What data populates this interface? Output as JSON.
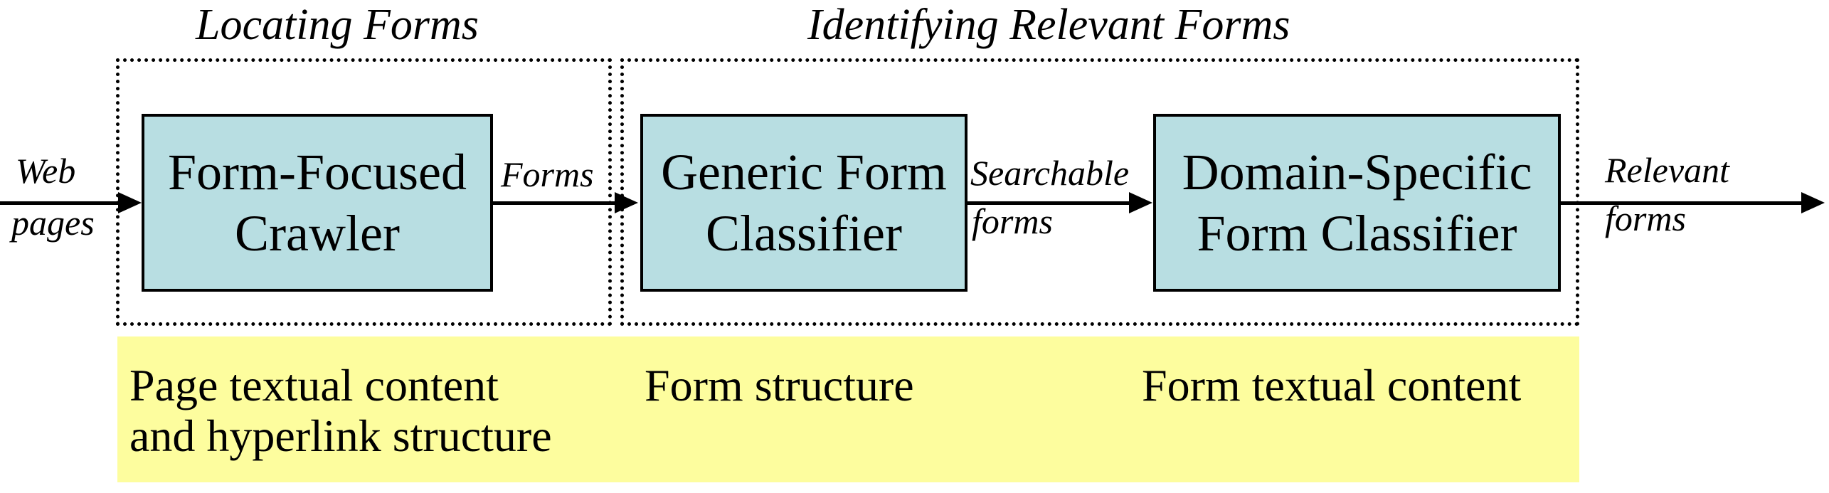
{
  "groups": [
    {
      "title": "Locating Forms"
    },
    {
      "title": "Identifying Relevant Forms"
    }
  ],
  "boxes": [
    {
      "line1": "Form-Focused",
      "line2": "Crawler"
    },
    {
      "line1": "Generic Form",
      "line2": "Classifier"
    },
    {
      "line1": "Domain-Specific",
      "line2": "Form Classifier"
    }
  ],
  "arrows": [
    {
      "line1": "Web",
      "line2": "pages"
    },
    {
      "line1": "Forms",
      "line2": ""
    },
    {
      "line1": "Searchable",
      "line2": "forms"
    },
    {
      "line1": "Relevant",
      "line2": "forms"
    }
  ],
  "legend": {
    "items": [
      {
        "line1": "Page textual content",
        "line2": "and hyperlink structure"
      },
      {
        "line1": "Form structure",
        "line2": ""
      },
      {
        "line1": "Form textual content",
        "line2": ""
      }
    ]
  },
  "colors": {
    "box_fill": "#b8dee2",
    "legend_fill": "#fdfd9e",
    "line": "#000000"
  }
}
